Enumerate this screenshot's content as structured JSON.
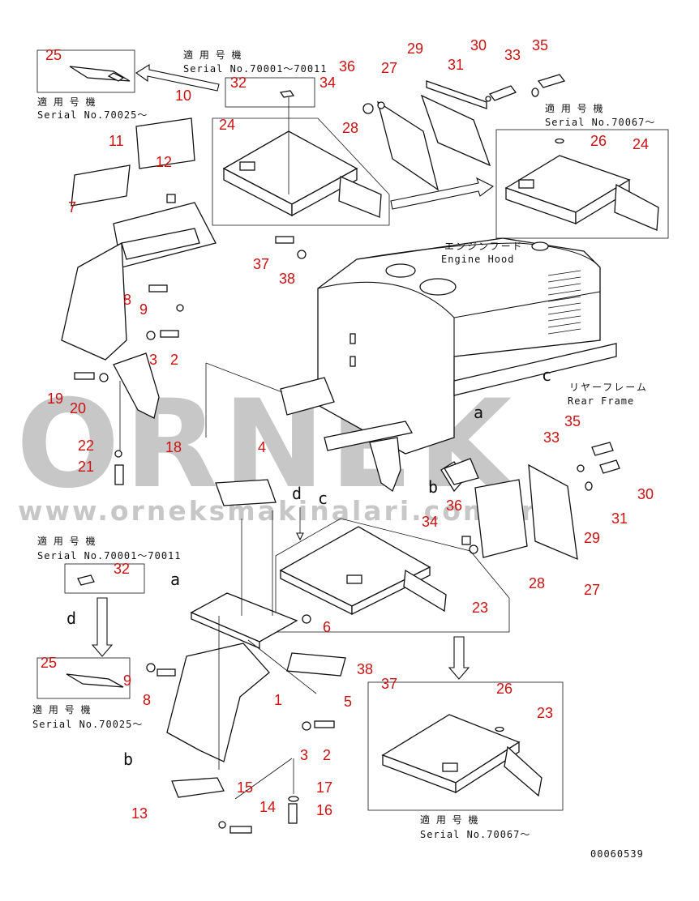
{
  "diagram": {
    "serial_label_jp": "適 用 号 機",
    "serial_a": "Serial No.70001～70011",
    "serial_b": "Serial No.70025～",
    "serial_c": "Serial No.70067～",
    "engine_hood_jp": "エンジンフード",
    "engine_hood_en": "Engine Hood",
    "rear_frame_jp": "リヤーフレーム",
    "rear_frame_en": "Rear Frame",
    "drawing_number": "00060539",
    "view_markers": [
      "a",
      "b",
      "c",
      "d"
    ]
  },
  "watermark": {
    "brand": "ORNEK",
    "url": "www.orneksmakinalari.com.tr",
    "color": "#9a9a9a"
  },
  "callouts": {
    "c1": "1",
    "c2": "2",
    "c3": "3",
    "c4": "4",
    "c5": "5",
    "c6": "6",
    "c7": "7",
    "c8": "8",
    "c9": "9",
    "c10": "10",
    "c11": "11",
    "c12": "12",
    "c13": "13",
    "c14": "14",
    "c15": "15",
    "c16": "16",
    "c17": "17",
    "c18": "18",
    "c19": "19",
    "c20": "20",
    "c21": "21",
    "c22": "22",
    "c23": "23",
    "c24": "24",
    "c25": "25",
    "c26": "26",
    "c27": "27",
    "c28": "28",
    "c29": "29",
    "c30": "30",
    "c31": "31",
    "c32": "32",
    "c33": "33",
    "c34": "34",
    "c35": "35",
    "c36": "36",
    "c37": "37",
    "c38": "38"
  },
  "colors": {
    "callout": "#cc1111",
    "line": "#111111"
  }
}
